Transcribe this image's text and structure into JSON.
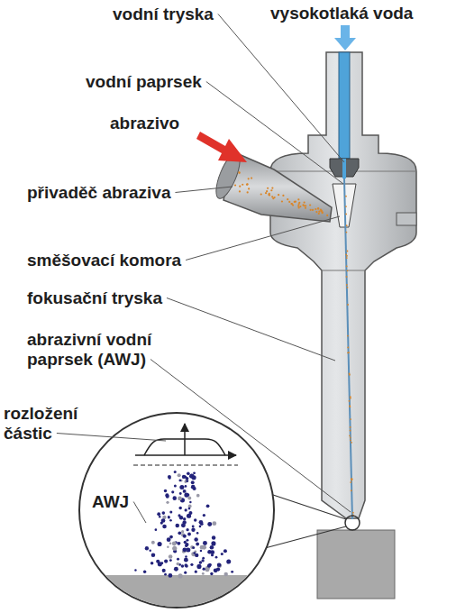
{
  "diagram": {
    "labels": [
      "vysokotlaká voda",
      "vodní tryska",
      "vodní paprsek",
      "abrazivo",
      "přivaděč abraziva",
      "směšovací komora",
      "fokusační tryska",
      "abrazivní vodní paprsek (AWJ)",
      "rozložení částic",
      "AWJ"
    ]
  }
}
